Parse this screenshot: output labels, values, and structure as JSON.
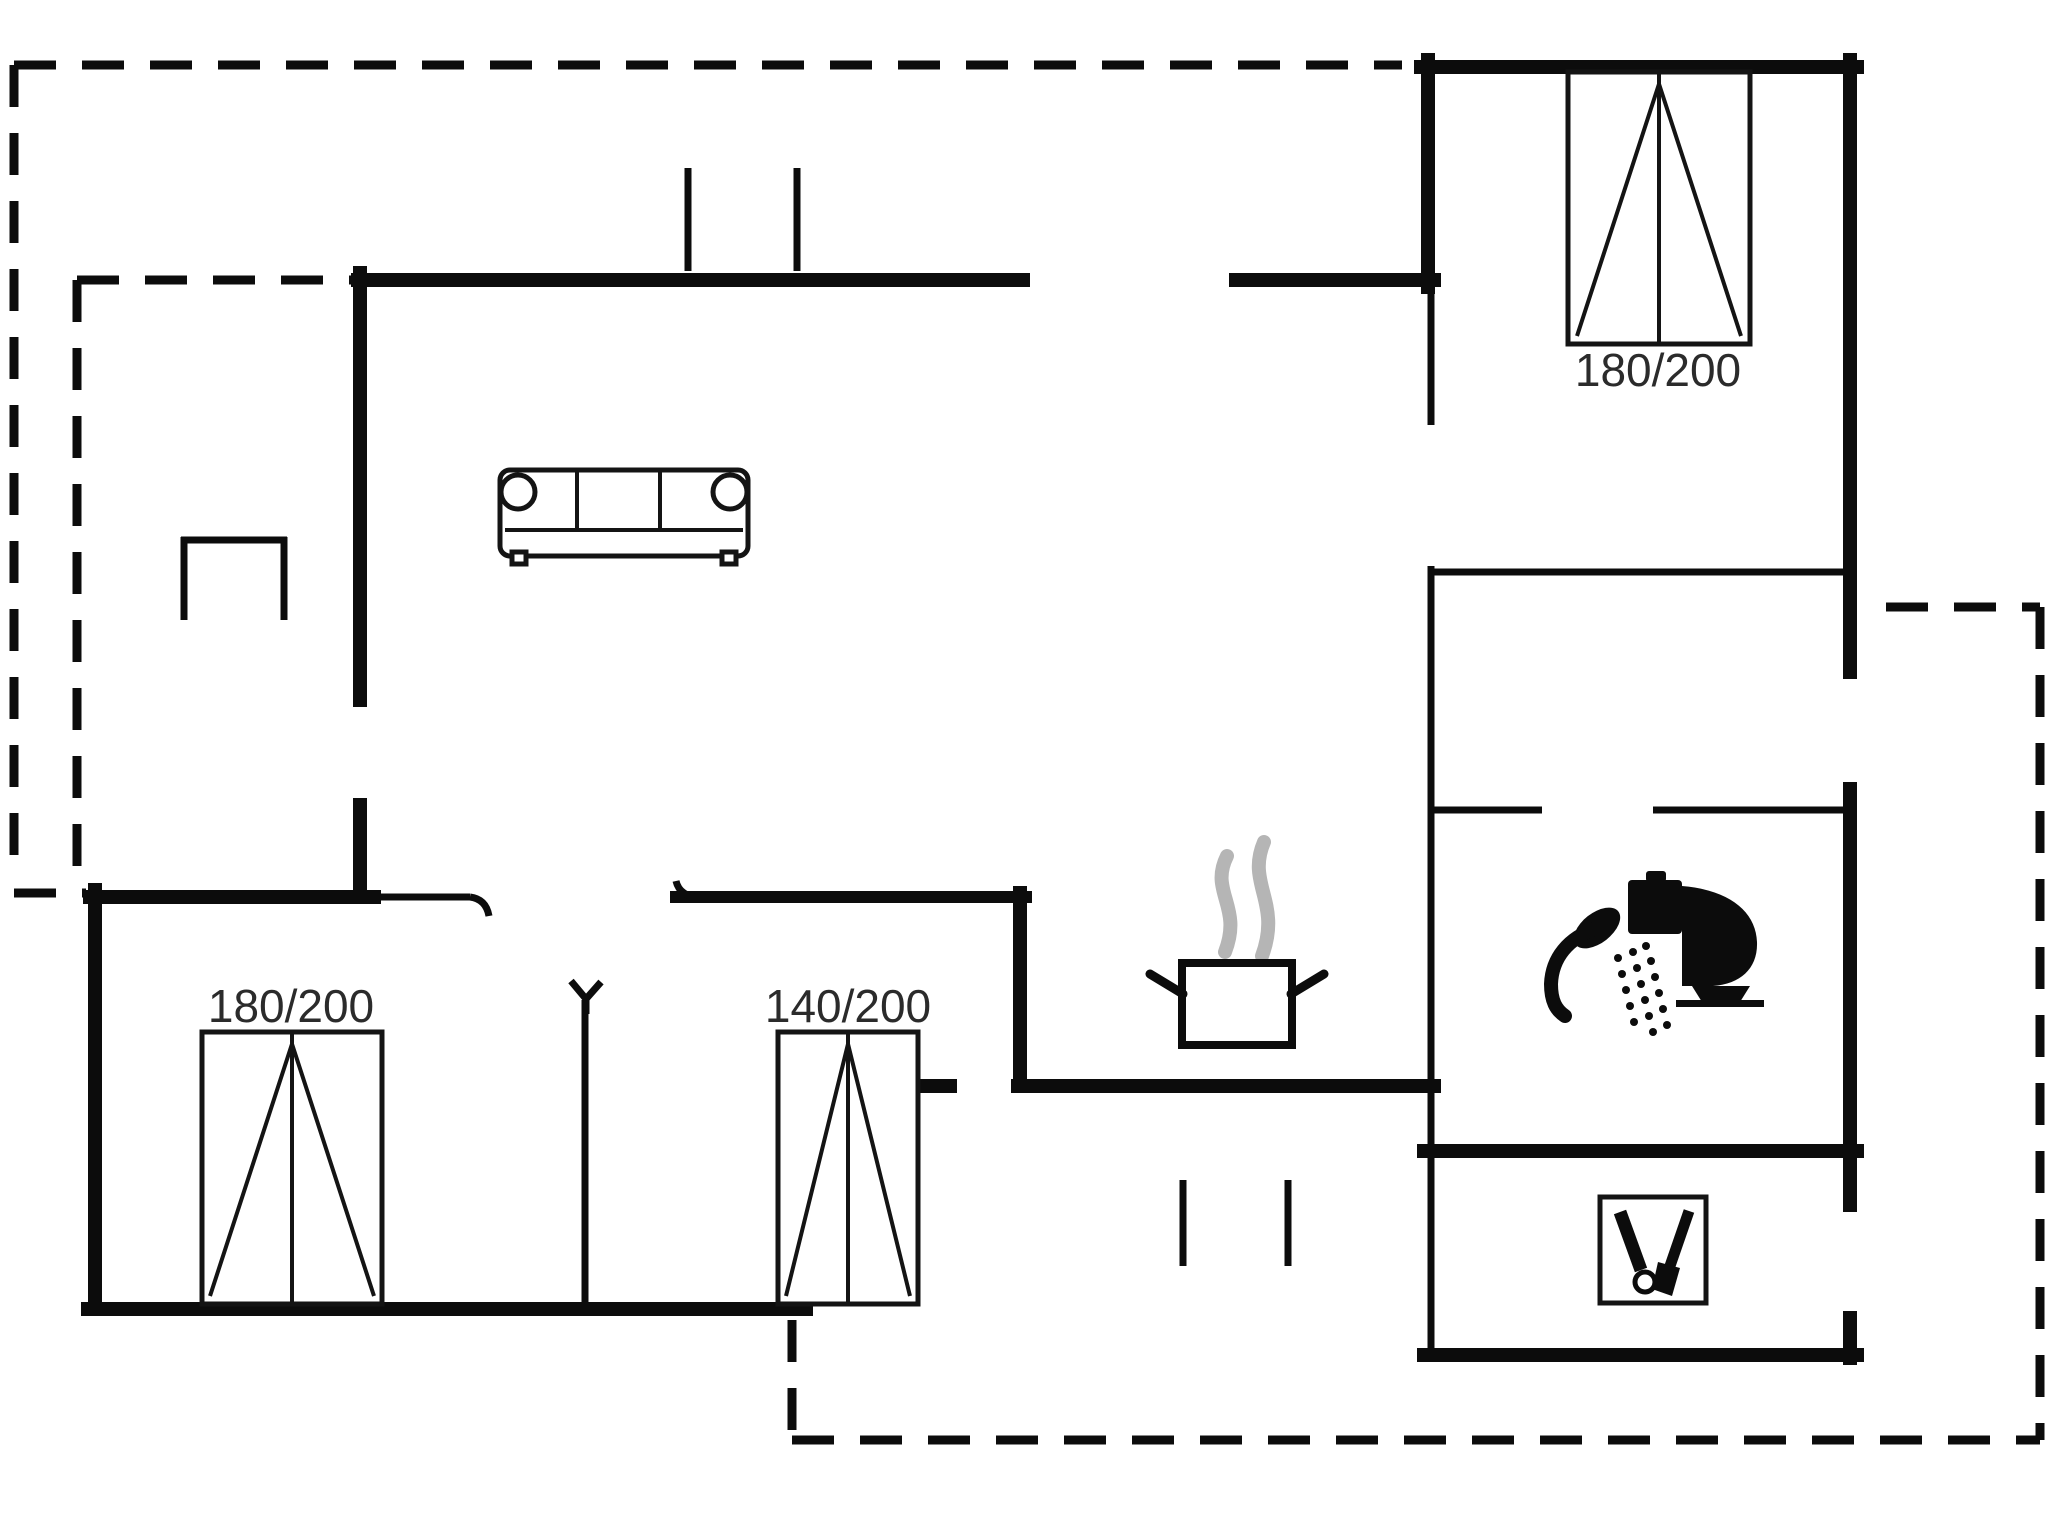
{
  "labels": {
    "bed_top_right": "180/200",
    "bed_bottom_left": "180/200",
    "bed_bottom_middle": "140/200"
  },
  "colors": {
    "wall": "#0c0c0c",
    "label": "#2b2b2b",
    "steam": "#b5b5b5",
    "background": "#ffffff"
  },
  "icons": {
    "sofa": "three-seat-sofa-top-view",
    "side_table": "small-table-open-rectangle",
    "stove": "cooking-pot-with-steam",
    "shower": "shower-head-with-spray",
    "toilet": "toilet-side-view",
    "laundry": "cleaning-supplies-box",
    "beds": "double-bed-with-v-fold-lines",
    "windows": "short-tick-marks",
    "terrace": "dashed-outline"
  }
}
